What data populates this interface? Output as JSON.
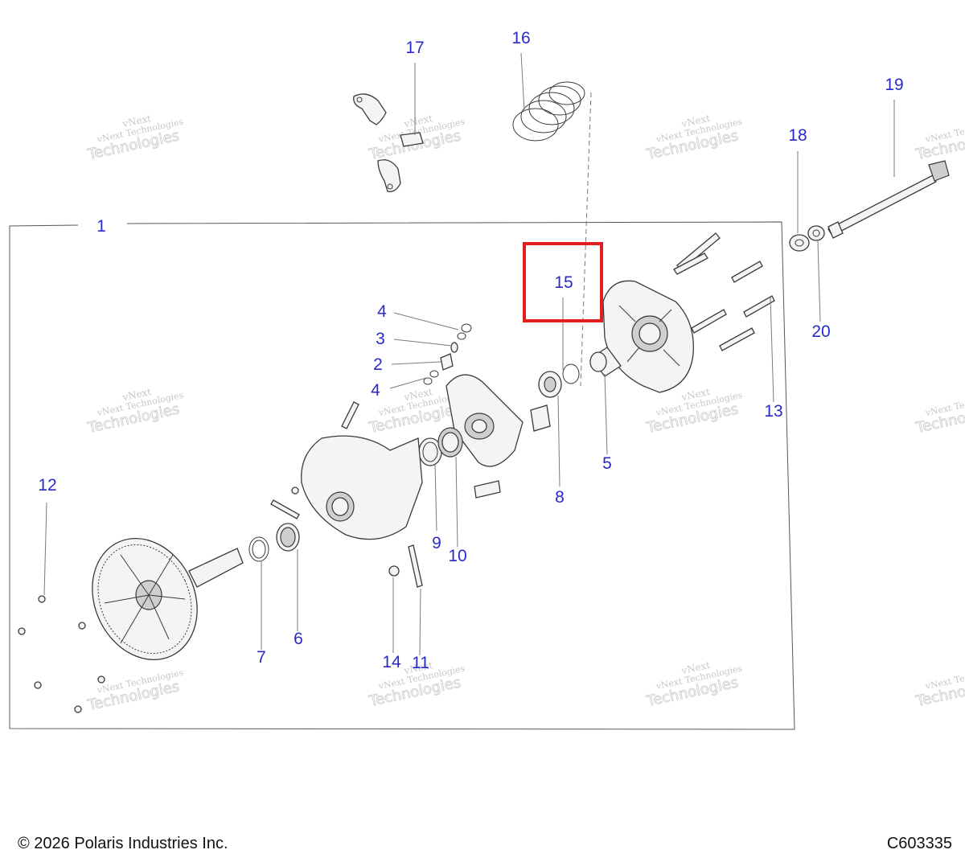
{
  "diagram": {
    "callouts": [
      {
        "id": "c1",
        "label": "1"
      },
      {
        "id": "c2",
        "label": "2"
      },
      {
        "id": "c3",
        "label": "3"
      },
      {
        "id": "c4a",
        "label": "4"
      },
      {
        "id": "c4b",
        "label": "4"
      },
      {
        "id": "c5",
        "label": "5"
      },
      {
        "id": "c6",
        "label": "6"
      },
      {
        "id": "c7",
        "label": "7"
      },
      {
        "id": "c8",
        "label": "8"
      },
      {
        "id": "c9",
        "label": "9"
      },
      {
        "id": "c10",
        "label": "10"
      },
      {
        "id": "c11",
        "label": "11"
      },
      {
        "id": "c12",
        "label": "12"
      },
      {
        "id": "c13",
        "label": "13"
      },
      {
        "id": "c14",
        "label": "14"
      },
      {
        "id": "c15",
        "label": "15"
      },
      {
        "id": "c16",
        "label": "16"
      },
      {
        "id": "c17",
        "label": "17"
      },
      {
        "id": "c18",
        "label": "18"
      },
      {
        "id": "c19",
        "label": "19"
      },
      {
        "id": "c20",
        "label": "20"
      }
    ],
    "highlighted_callout": "15",
    "highlight_color": "#e02020",
    "callout_color": "#2a2ac8",
    "watermark": {
      "line1": "vNext",
      "line2": "vNext Technologies",
      "line3": "Technologies"
    }
  },
  "footer": {
    "copyright": "© 2026 Polaris Industries Inc.",
    "drawing_code": "C603335"
  }
}
